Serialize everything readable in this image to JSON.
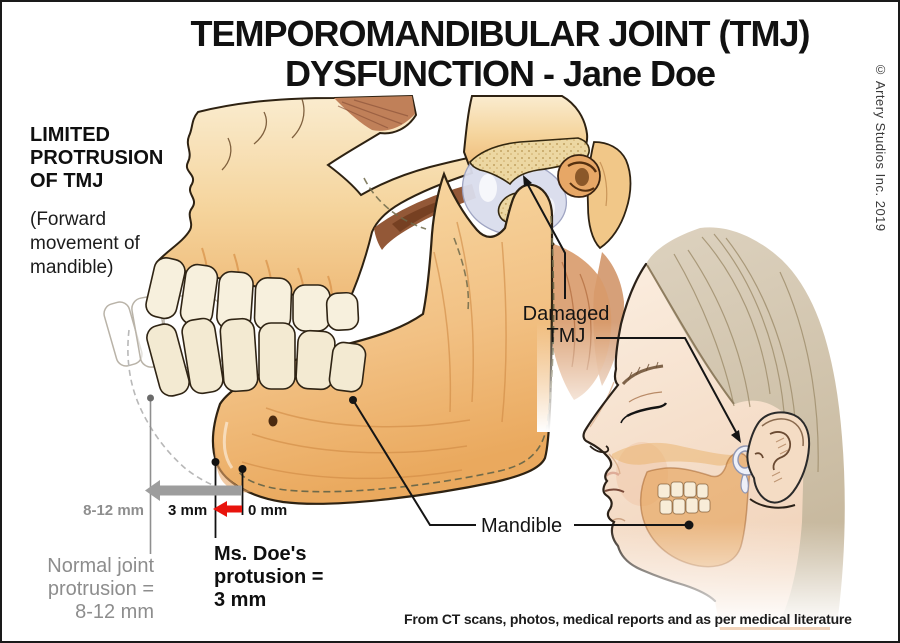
{
  "title": {
    "line1": "TEMPOROMANDIBULAR JOINT (TMJ)",
    "line2": "DYSFUNCTION - Jane Doe"
  },
  "credit": "© Artery Studios Inc. 2019",
  "left_panel": {
    "heading": "LIMITED\nPROTRUSION\nOF TMJ",
    "subheading": "(Forward\nmovement of\nmandible)"
  },
  "annotations": {
    "damaged_tmj": "Damaged\nTMJ",
    "mandible": "Mandible"
  },
  "measurement": {
    "normal_range_label": "8-12 mm",
    "patient_label": "3 mm",
    "zero_label": "0 mm",
    "normal_caption": "Normal joint\nprotrusion =\n8-12 mm",
    "patient_caption": "Ms. Doe's\nprotusion =\n3 mm"
  },
  "footer": "From CT scans, photos, medical reports and as per medical literature",
  "colors": {
    "bone": "#efba78",
    "bone_light": "#faeccf",
    "teeth": "#f5eed9",
    "joint_capsule": "#dadded",
    "skin": "#f7e6d4",
    "hair": "#d6c9b3",
    "muscle": "#d89a6a",
    "arrow_red": "#e8130c",
    "arrow_gray": "#9d9d9d"
  }
}
